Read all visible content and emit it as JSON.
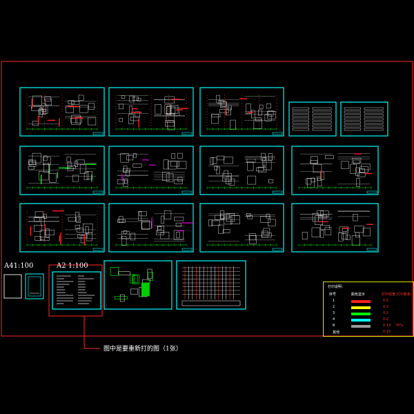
{
  "labels": {
    "scale_a4": "A41:100",
    "scale_a2": "A2  1:100",
    "note": "图中是要重新打的图（1张）"
  },
  "legend": {
    "title": "打印说明：",
    "col_no": "序号",
    "col_color": "颜色显示",
    "col_width": "打印线宽",
    "col_type": "打印颜色",
    "rows": [
      {
        "no": "1",
        "color": "#ff2020",
        "width": "0.5",
        "type": ""
      },
      {
        "no": "2",
        "color": "#ffff00",
        "width": "0.2",
        "type": ""
      },
      {
        "no": "3",
        "color": "#00ff00",
        "width": "0.2",
        "type": ""
      },
      {
        "no": "4",
        "color": "#00ffff",
        "width": "0.2",
        "type": ""
      },
      {
        "no": "8",
        "color": "#9a9a9a",
        "width": "0.15",
        "type": "70%"
      },
      {
        "no": "其他",
        "color": "",
        "width": "0.15",
        "type": ""
      }
    ]
  },
  "colors": {
    "background": "#000000",
    "outer_border": "#ff2a2a",
    "sheet_border": "#00ffff",
    "legend_border": "#e6e600",
    "highlight_box": "#ff2a2a"
  }
}
